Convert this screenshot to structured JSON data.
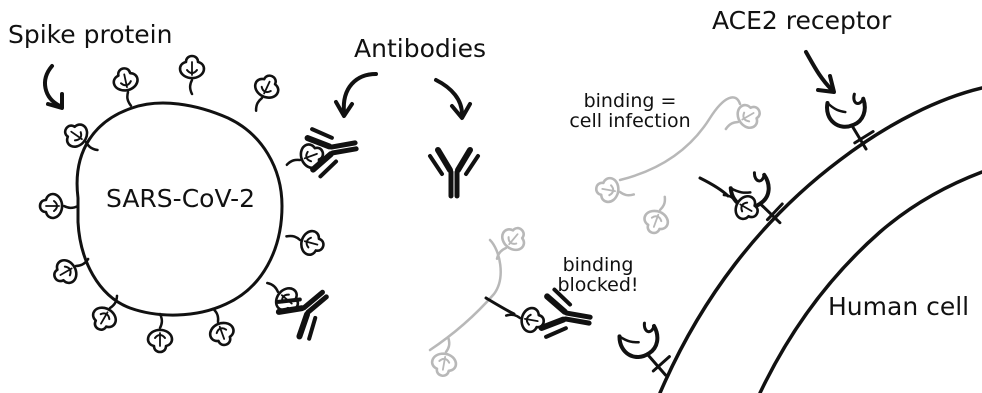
{
  "labels": {
    "spike_protein": "Spike protein",
    "antibodies": "Antibodies",
    "virus": "SARS-CoV-2",
    "ace2_receptor": "ACE2 receptor",
    "binding_infection_line1": "binding =",
    "binding_infection_line2": "cell infection",
    "binding_blocked_line1": "binding",
    "binding_blocked_line2": "blocked!",
    "human_cell": "Human cell"
  },
  "colors": {
    "ink": "#111111",
    "faded_ink": "#b8b8b8",
    "background": "#ffffff"
  }
}
